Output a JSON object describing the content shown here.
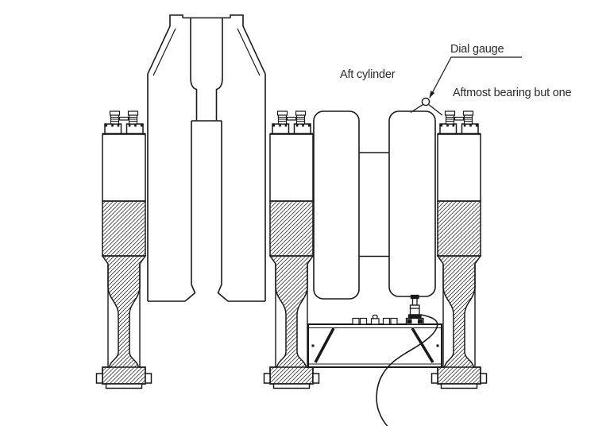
{
  "labels": {
    "dial_gauge": "Dial gauge",
    "aft_cylinder": "Aft cylinder",
    "aftmost_bearing": "Aftmost bearing but one"
  },
  "colors": {
    "line": "#1a1a1a",
    "background": "#ffffff",
    "text": "#2b2b2b"
  }
}
